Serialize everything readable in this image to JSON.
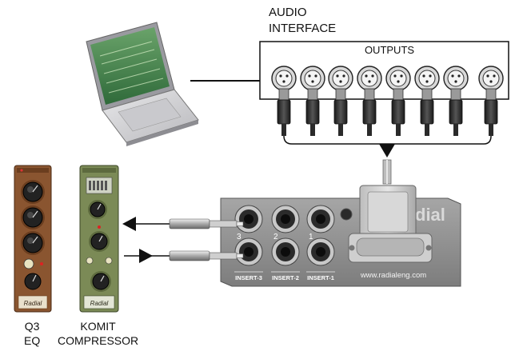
{
  "audio_interface": {
    "title_line1": "AUDIO",
    "title_line2": "INTERFACE",
    "outputs_label": "OUTPUTS"
  },
  "patchbay": {
    "insert_labels": [
      "INSERT-3",
      "INSERT-2",
      "INSERT-1"
    ],
    "jack_numbers": [
      "3",
      "2",
      "1"
    ],
    "website": "www.radialeng.com",
    "brand_fragment": "dial"
  },
  "modules": {
    "q3": {
      "line1": "Q3",
      "line2": "EQ",
      "brand": "Radial"
    },
    "komit": {
      "line1": "KOMIT",
      "line2": "COMPRESSOR",
      "brand": "Radial"
    }
  },
  "colors": {
    "q3_body": "#8a5530",
    "komit_body": "#7b8a56",
    "panel": "#8f8f8f",
    "db25": "#cfcfcf"
  }
}
